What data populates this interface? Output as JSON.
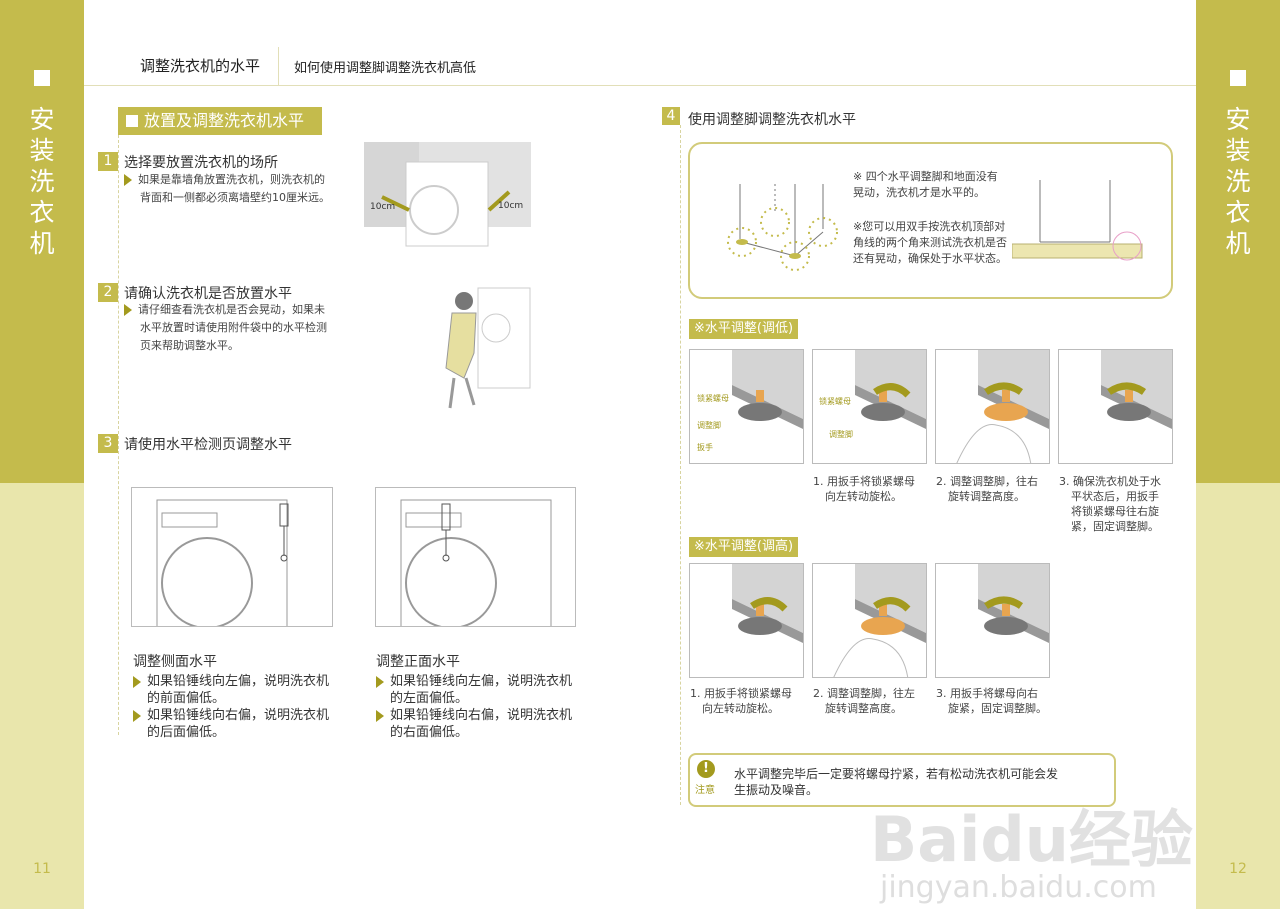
{
  "sidebar_left": {
    "vertical_title": "安装洗衣机",
    "page_number": "11"
  },
  "sidebar_right": {
    "vertical_title": "安装洗衣机",
    "page_number": "12"
  },
  "header": {
    "title": "调整洗衣机的水平",
    "subtitle": "如何使用调整脚调整洗衣机高低"
  },
  "left": {
    "section_title": "放置及调整洗衣机水平",
    "steps": [
      {
        "num": "1",
        "title": "选择要放置洗衣机的场所",
        "text": [
          "如果是靠墙角放置洗衣机，则洗衣机的",
          "背面和一侧都必须离墙壁约10厘米远。"
        ]
      },
      {
        "num": "2",
        "title": "请确认洗衣机是否放置水平",
        "text": [
          "请仔细查看洗衣机是否会晃动，如果未",
          "水平放置时请使用附件袋中的水平检测",
          "页来帮助调整水平。"
        ]
      },
      {
        "num": "3",
        "title": "请使用水平检测页调整水平"
      }
    ],
    "distance_labels": [
      "10cm",
      "10cm"
    ],
    "side": {
      "title": "调整侧面水平",
      "bullets": [
        [
          "如果铅锤线向左偏，说明洗衣机",
          "的前面偏低。"
        ],
        [
          "如果铅锤线向右偏，说明洗衣机",
          "的后面偏低。"
        ]
      ]
    },
    "front": {
      "title": "调整正面水平",
      "bullets": [
        [
          "如果铅锤线向左偏，说明洗衣机",
          "的左面偏低。"
        ],
        [
          "如果铅锤线向右偏，说明洗衣机",
          "的右面偏低。"
        ]
      ]
    }
  },
  "right": {
    "step_num": "4",
    "step_title": "使用调整脚调整洗衣机水平",
    "info": {
      "p1": [
        "※ 四个水平调整脚和地面没有",
        "晃动，洗衣机才是水平的。"
      ],
      "p2": [
        "※您可以用双手按洗衣机顶部对",
        "角线的两个角来测试洗衣机是否",
        "还有晃动，确保处于水平状态。"
      ]
    },
    "lower": {
      "tag": "※水平调整(调低)",
      "part_labels": [
        "锁紧螺母",
        "调整脚",
        "扳手"
      ],
      "step1_labels": [
        "锁紧螺母",
        "调整脚"
      ],
      "captions": [
        [
          "1. 用扳手将锁紧螺母",
          "向左转动旋松。"
        ],
        [
          "2. 调整调整脚，往右",
          "旋转调整高度。"
        ],
        [
          "3. 确保洗衣机处于水",
          "平状态后，用扳手",
          "将锁紧螺母往右旋",
          "紧，固定调整脚。"
        ]
      ]
    },
    "raise": {
      "tag": "※水平调整(调高)",
      "captions": [
        [
          "1. 用扳手将锁紧螺母",
          "向左转动旋松。"
        ],
        [
          "2. 调整调整脚，往左",
          "旋转调整高度。"
        ],
        [
          "3. 用扳手将螺母向右",
          "旋紧，固定调整脚。"
        ]
      ]
    },
    "note": {
      "label": "注意",
      "text": [
        "水平调整完毕后一定要将螺母拧紧，若有松动洗衣机可能会发",
        "生振动及噪音。"
      ]
    }
  },
  "watermark": {
    "logo": "Baidu经验",
    "url": "jingyan.baidu.com"
  },
  "colors": {
    "accent": "#c4bb4c",
    "accent_light": "#e9e6ac",
    "arrow": "#a39a1e",
    "foot_orange": "#e8a550"
  }
}
